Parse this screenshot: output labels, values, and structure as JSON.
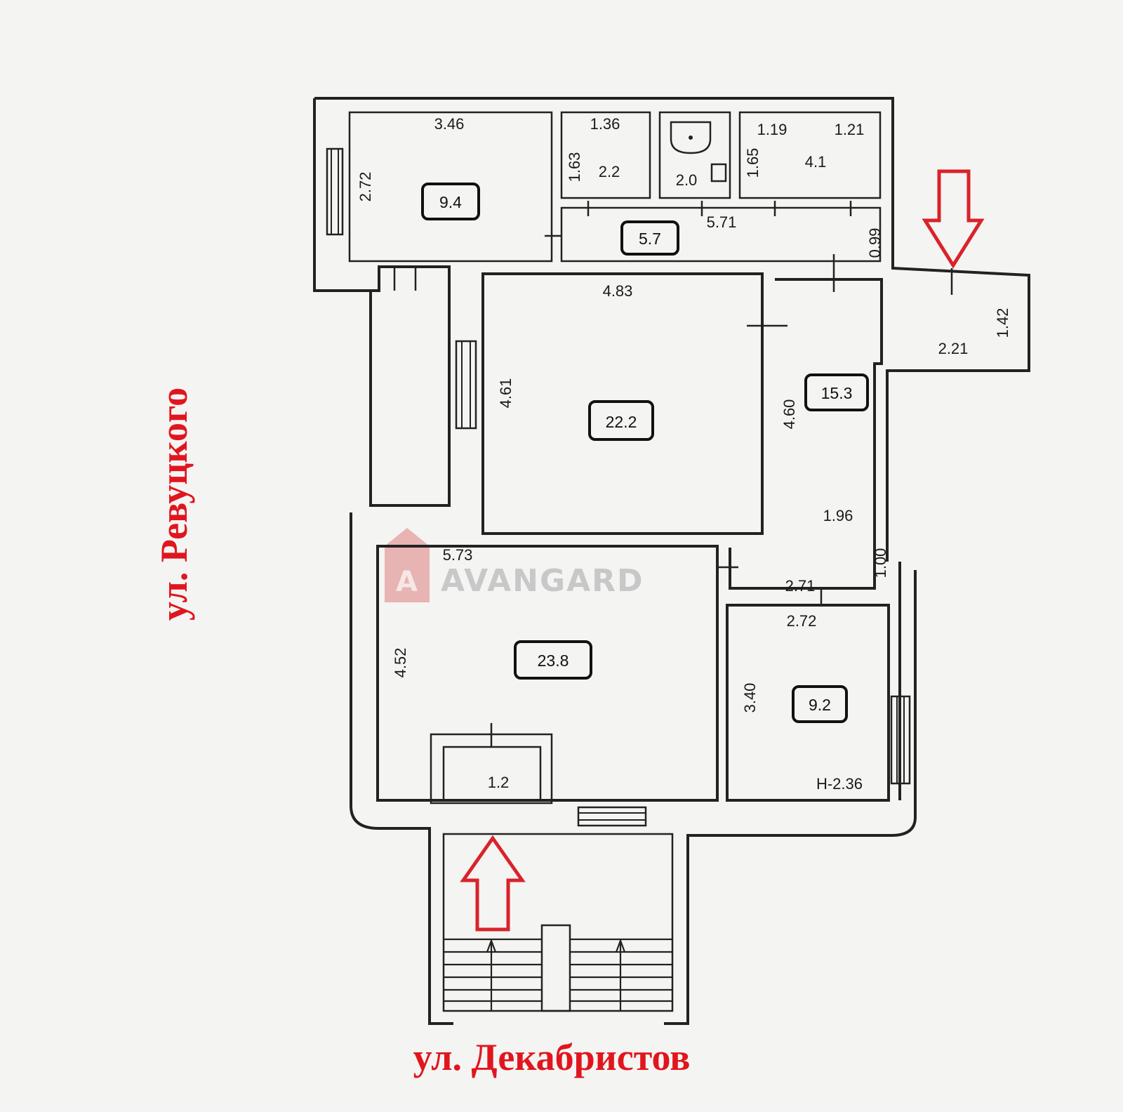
{
  "watermark": {
    "text": "AVANGARD",
    "logo_letter": "A"
  },
  "streets": {
    "left": "ул. Ревуцкого",
    "bottom": "ул. Декабристов"
  },
  "rooms": [
    {
      "id": "r1",
      "area": "9.4"
    },
    {
      "id": "r2",
      "area": "2.2"
    },
    {
      "id": "r3",
      "area": "2.0"
    },
    {
      "id": "r4",
      "area": "4.1"
    },
    {
      "id": "r5",
      "area": "5.7"
    },
    {
      "id": "r6",
      "area": "22.2"
    },
    {
      "id": "r7",
      "area": "15.3"
    },
    {
      "id": "r8",
      "area": "23.8"
    },
    {
      "id": "r9",
      "area": "9.2"
    },
    {
      "id": "r10",
      "area": "1.2"
    }
  ],
  "dimensions": {
    "d_346": "3.46",
    "d_272": "2.72",
    "d_136": "1.36",
    "d_163": "1.63",
    "d_119": "1.19",
    "d_121": "1.21",
    "d_165": "1.65",
    "d_571": "5.71",
    "d_099": "0.99",
    "d_483": "4.83",
    "d_461": "4.61",
    "d_142": "1.42",
    "d_221": "2.21",
    "d_460": "4.60",
    "d_196": "1.96",
    "d_573": "5.73",
    "d_100": "1.00",
    "d_271": "2.71",
    "d_272b": "2.72",
    "d_452": "4.52",
    "d_340": "3.40",
    "d_h236": "Н-2.36"
  }
}
